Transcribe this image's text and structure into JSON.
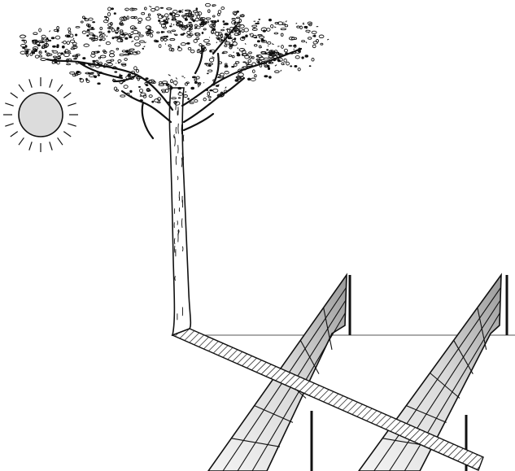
{
  "figure": {
    "elements": [
      "sun-icon",
      "tree",
      "ground-line",
      "tree-shadow",
      "solar-panel-front",
      "solar-panel-back"
    ],
    "colors": {
      "ink": "#111111",
      "sun_fill": "#dcdcdc",
      "trunk_fill": "#ffffff",
      "panel_light": "#f2f2f2",
      "panel_dark": "#9a9a9a",
      "background": "#ffffff"
    },
    "panels": {
      "count": 2,
      "grid_rows": 6,
      "grid_cols": 4
    }
  }
}
